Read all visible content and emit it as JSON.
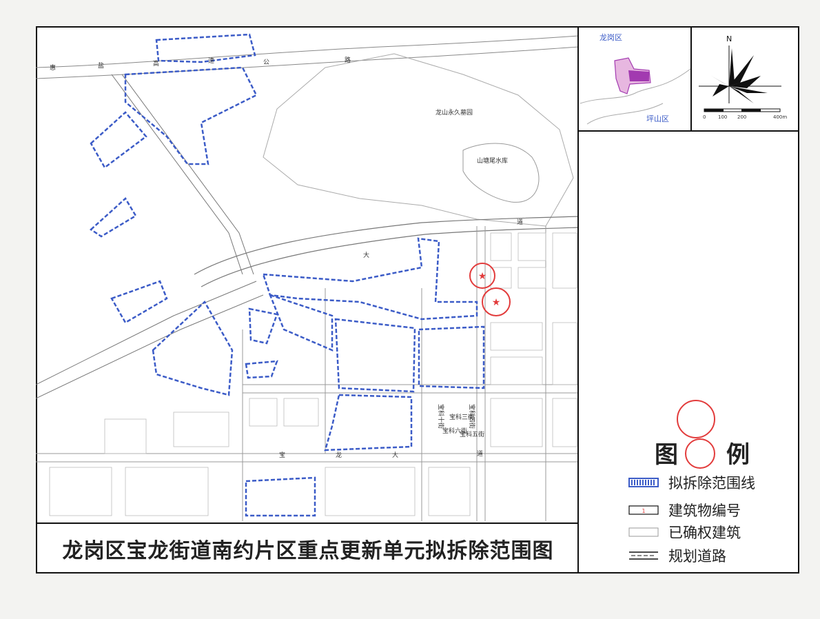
{
  "title": "龙岗区宝龙街道南约片区重点更新单元拟拆除范围图",
  "map_labels": {
    "park": "龙山永久墓园",
    "reservoir": "山塘尾水库",
    "highway_chars": [
      "惠",
      "盐",
      "高",
      "速",
      "公",
      "路"
    ],
    "dadao_chars": [
      "大",
      "道"
    ],
    "road_chars": [
      "宝",
      "龙",
      "大",
      "道"
    ],
    "street_1": "宝科十街",
    "street_2": "宝科四街",
    "street_3": "宝科六街",
    "street_4": "宝科三街",
    "street_5": "宝科五街"
  },
  "inset": {
    "district_1": "龙岗区",
    "district_2": "坪山区"
  },
  "compass": {
    "north": "N",
    "scale_ticks": [
      "0",
      "100",
      "200",
      "400m"
    ]
  },
  "legend": {
    "title_left": "图",
    "title_right": "例",
    "items": [
      {
        "label": "拟拆除范围线"
      },
      {
        "label": "建筑物编号",
        "sample": "1"
      },
      {
        "label": "已确权建筑"
      },
      {
        "label": "规划道路"
      }
    ]
  },
  "colors": {
    "boundary": "#3b5bc7",
    "stamp": "#e23b3b",
    "building": "#9a9a9a",
    "road": "#666666"
  }
}
